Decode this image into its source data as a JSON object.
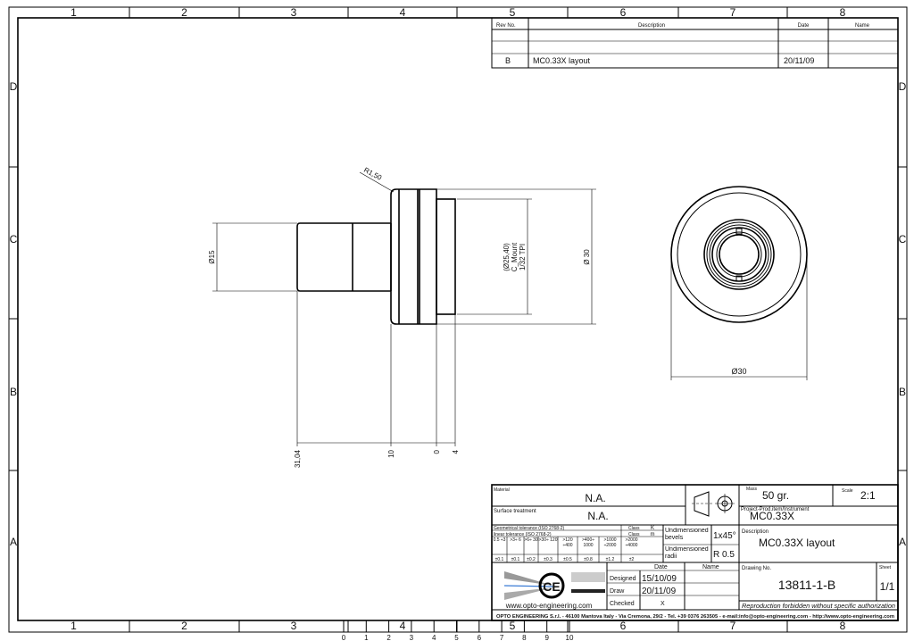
{
  "frame": {
    "columns": [
      "1",
      "2",
      "3",
      "4",
      "5",
      "6",
      "7",
      "8"
    ],
    "rows": [
      "D",
      "C",
      "B",
      "A"
    ],
    "ruler": [
      "0",
      "1",
      "2",
      "3",
      "4",
      "5",
      "6",
      "7",
      "8",
      "9",
      "10"
    ]
  },
  "revision_table": {
    "headers": {
      "rev": "Rev No.",
      "description": "Description",
      "date": "Date",
      "name": "Name"
    },
    "entry": {
      "rev": "B",
      "description": "MC0.33X layout",
      "date": "20/11/09",
      "name": ""
    }
  },
  "drawing": {
    "dim_shaft_dia": "Ø15",
    "dim_flange_dia": "Ø 30",
    "dim_radius": "R1,50",
    "thread_line1": "(Ø25,40)",
    "thread_line2": "C_Mount",
    "thread_line3": "1/32 TPI",
    "ordinate_1": "31,04",
    "ordinate_2": "10",
    "ordinate_3": "0",
    "ordinate_4": "4",
    "front_view_dia": "Ø30"
  },
  "title_block": {
    "material_label": "Material",
    "material_value": "N.A.",
    "surface_label": "Surface treatment",
    "surface_value": "N.A.",
    "mass_label": "Mass",
    "mass_value": "50 gr.",
    "scale_label": "Scale",
    "scale_value": "2:1",
    "project_label": "Project-Prod.item/Instrument",
    "project_value": "MC0.33X",
    "description_label": "Description",
    "description_value": "MC0.33X layout",
    "geom_tol_label": "Geometrical tolerance (ISO 2768-2)",
    "lin_tol_label": "linear tolerance (ISO 2768-2)",
    "class_label": "Class",
    "class_geom": "K",
    "class_lin": "m",
    "tol_ranges": [
      "0.5 ÷3",
      ">3÷ 6",
      ">6÷ 30",
      ">30÷ 120",
      ">120 ÷400",
      ">400÷ 1000",
      ">1000 ÷2000",
      ">2000 ÷4000"
    ],
    "tol_values": [
      "±0.1",
      "±0.1",
      "±0.2",
      "±0.3",
      "±0.5",
      "±0.8",
      "±1.2",
      "±2"
    ],
    "bevels_label": "Undimensioned bevels",
    "bevels_value": "1x45°",
    "radii_label": "Undimensioned radii",
    "radii_value": "R 0.5",
    "date_header": "Date",
    "name_header": "Name",
    "designed_label": "Designed",
    "designed_date": "15/10/09",
    "draw_label": "Draw",
    "draw_date": "20/11/09",
    "checked_label": "Checked",
    "checked_value": "X",
    "drawing_no_label": "Drawing No.",
    "drawing_no_value": "13811-1-B",
    "sheet_label": "Sheet",
    "sheet_value": "1/1",
    "reproduction_note": "Reproduction forbidden without specific authorization",
    "logo_text": "CE",
    "website": "www.opto-engineering.com",
    "footer": "OPTO ENGINEERING S.r.l.  -  46100 Mantova Italy  -  Via Cremona, 29/2 -  Tel.  +39 0376 263505  - e-mail:info@opto-engineering.com -  http://www.opto-engineering.com"
  }
}
